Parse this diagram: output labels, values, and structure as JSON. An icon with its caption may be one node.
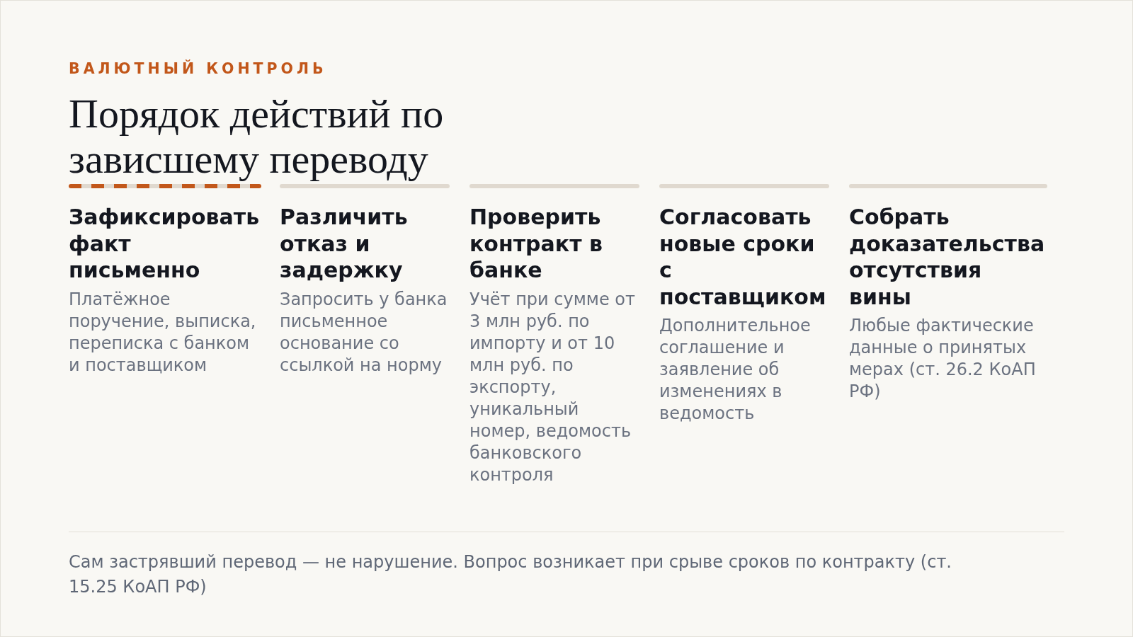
{
  "diagram": {
    "title": "Порядок действий по зависшему переводу",
    "labels": [
      "ВАЛЮТНЫЙ КОНТРОЛЬ"
    ],
    "nodes": [
      {
        "text": [
          "Зафиксировать факт письменно",
          "Платёжное поручение, выписка, переписка с банком и поставщиком"
        ]
      },
      {
        "text": [
          "Различить отказ и задержку",
          "Запросить у банка письменное основание со ссылкой на норму"
        ]
      },
      {
        "text": [
          "Проверить контракт в банке",
          "Учёт при сумме от 3 млн руб. по импорту и от 10 млн руб. по экспорту, уникальный номер, ведомость банковского контроля"
        ]
      },
      {
        "text": [
          "Согласовать новые сроки с поставщиком",
          "Дополнительное соглашение и заявление об изменениях в ведомость"
        ]
      },
      {
        "text": [
          "Собрать доказательства отсутствия вины",
          "Любые фактические данные о принятых мерах (ст. 26.2 КоАП РФ)"
        ]
      }
    ],
    "caption": "Сам застрявший перевод — не нарушение. Вопрос возникает при срыве сроков по контракту (ст. 15.25 КоАП РФ)"
  }
}
